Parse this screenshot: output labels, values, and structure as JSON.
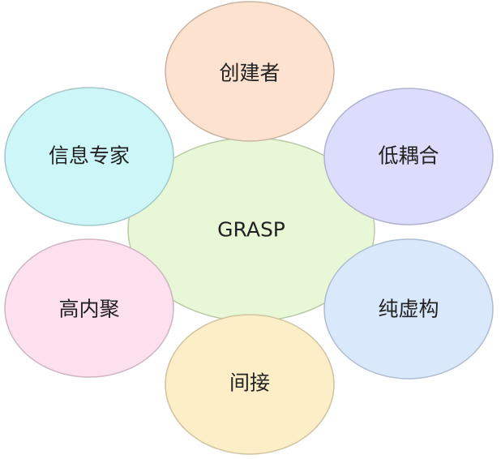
{
  "center": {
    "label": "GRASP",
    "fill": "#e8f7d6",
    "stroke": "#b9c9a8"
  },
  "bubbles": [
    {
      "label": "创建者",
      "fill": "#fde3cf",
      "stroke": "#c9b4a4"
    },
    {
      "label": "低耦合",
      "fill": "#dcdcfd",
      "stroke": "#b2b2cf"
    },
    {
      "label": "纯虚构",
      "fill": "#d9e8fb",
      "stroke": "#aebdd0"
    },
    {
      "label": "间接",
      "fill": "#fcefc8",
      "stroke": "#cfc3a0"
    },
    {
      "label": "高内聚",
      "fill": "#fde0ee",
      "stroke": "#cfb4c1"
    },
    {
      "label": "信息专家",
      "fill": "#ccf6f8",
      "stroke": "#a6c7c9"
    }
  ]
}
